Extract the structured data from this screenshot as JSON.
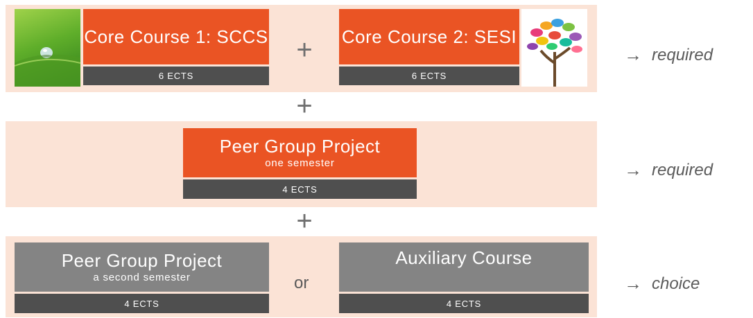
{
  "row1": {
    "course1": {
      "title": "Core Course 1: SCCS",
      "ects": "6 ECTS",
      "image_icon": "water-drop-on-leaf-image"
    },
    "plus": "+",
    "course2": {
      "title": "Core Course 2: SESI",
      "ects": "6 ECTS",
      "image_icon": "speech-bubble-tree-image"
    },
    "note": {
      "arrow": "→",
      "text": "required"
    }
  },
  "plus_1_2": "+",
  "row2": {
    "project": {
      "title": "Peer Group Project",
      "subtitle": "one semester",
      "ects": "4 ECTS"
    },
    "note": {
      "arrow": "→",
      "text": "required"
    }
  },
  "plus_2_3": "+",
  "row3": {
    "option1": {
      "title": "Peer Group Project",
      "subtitle": "a second semester",
      "ects": "4 ECTS"
    },
    "or": "or",
    "option2": {
      "title": "Auxiliary Course",
      "ects": "4 ECTS"
    },
    "note": {
      "arrow": "→",
      "text": "choice"
    }
  },
  "colors": {
    "band": "#fbe3d6",
    "orange": "#ea5424",
    "grey": "#848484",
    "dark_grey": "#4f4f4f"
  }
}
